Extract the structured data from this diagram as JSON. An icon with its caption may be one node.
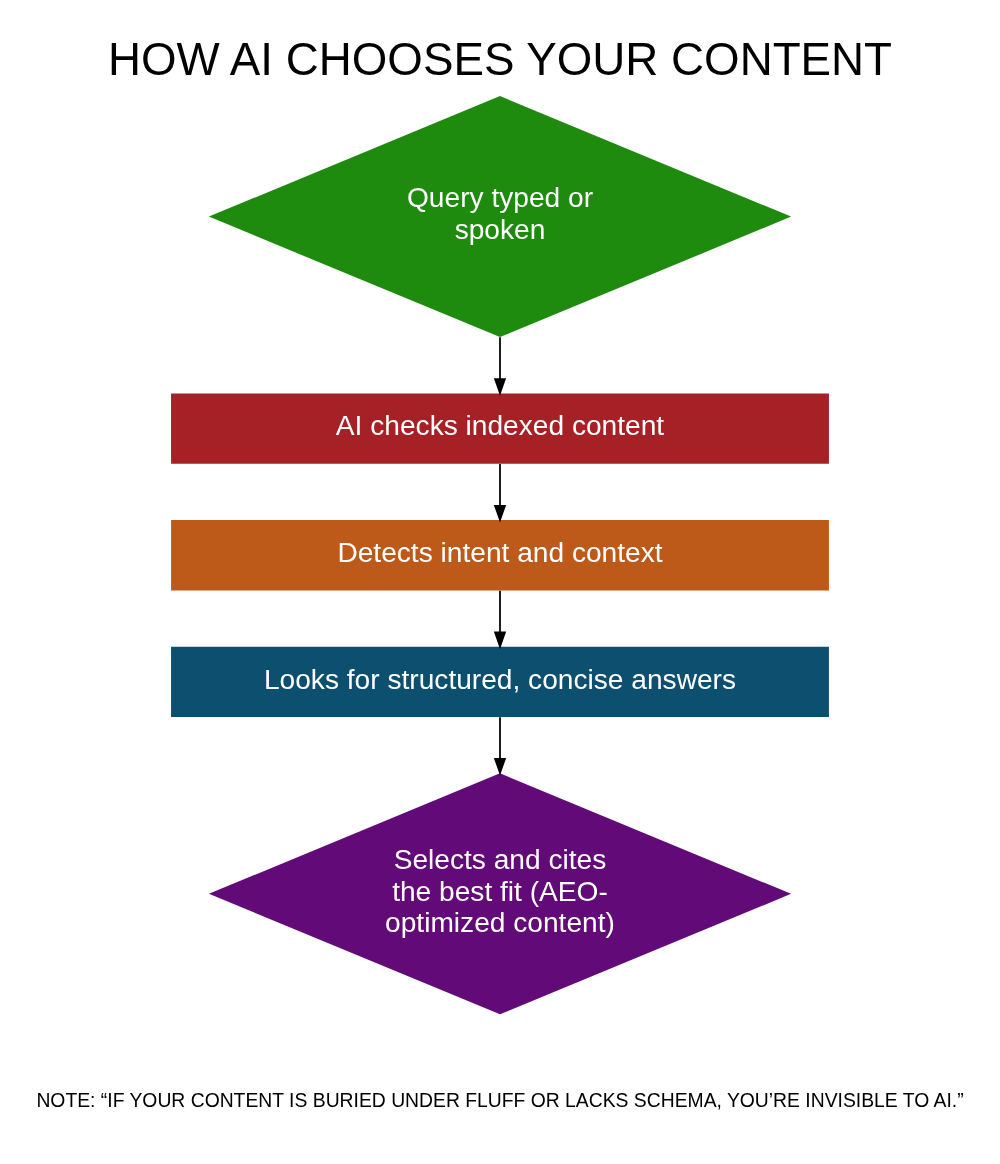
{
  "diagram": {
    "title": "HOW AI CHOOSES YOUR CONTENT",
    "nodes": [
      {
        "text": [
          "Query typed or spoken"
        ]
      },
      {
        "text": [
          "AI checks indexed content"
        ]
      },
      {
        "text": [
          "Detects intent and context"
        ]
      },
      {
        "text": [
          "Looks for structured, concise answers"
        ]
      },
      {
        "text": [
          "Selects and cites the best fit (AEO-optimized content)"
        ]
      }
    ],
    "edges": [
      {
        "from": 0,
        "to": 1,
        "arrow": "to"
      },
      {
        "from": 1,
        "to": 2,
        "arrow": "to"
      },
      {
        "from": 2,
        "to": 3,
        "arrow": "to"
      },
      {
        "from": 3,
        "to": 4,
        "arrow": "to"
      }
    ],
    "labels": [
      "NOTE: “IF YOUR CONTENT IS BURIED UNDER FLUFF OR LACKS SCHEMA, YOU’RE INVISIBLE TO AI.”"
    ]
  }
}
